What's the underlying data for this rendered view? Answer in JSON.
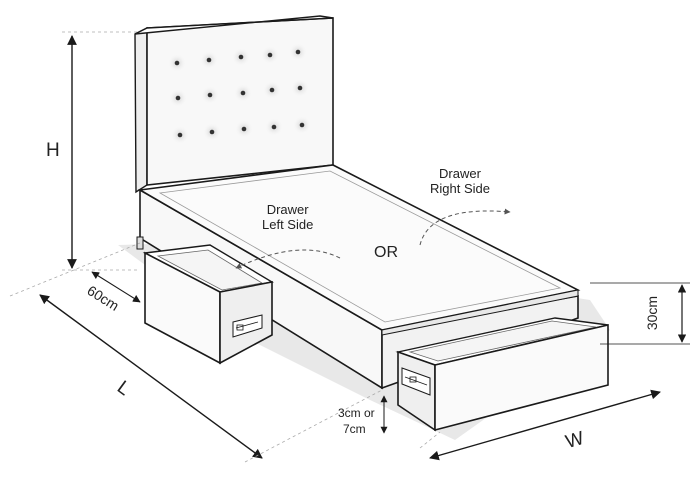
{
  "labels": {
    "height": "H",
    "length": "L",
    "width": "W",
    "drawer_depth": "60cm",
    "drawer_height": "30cm",
    "clearance_line1": "3cm or",
    "clearance_line2": "7cm",
    "drawer_left_line1": "Drawer",
    "drawer_left_line2": "Left Side",
    "drawer_right_line1": "Drawer",
    "drawer_right_line2": "Right Side",
    "or": "OR"
  },
  "colors": {
    "line": "#1a1a1a",
    "shadow": "#e6e6e6",
    "headboard": "#f7f7f7",
    "mattress": "#fbfbfb",
    "button": "#333333"
  },
  "headboard_buttons": {
    "rows": 3,
    "columns": 5
  }
}
